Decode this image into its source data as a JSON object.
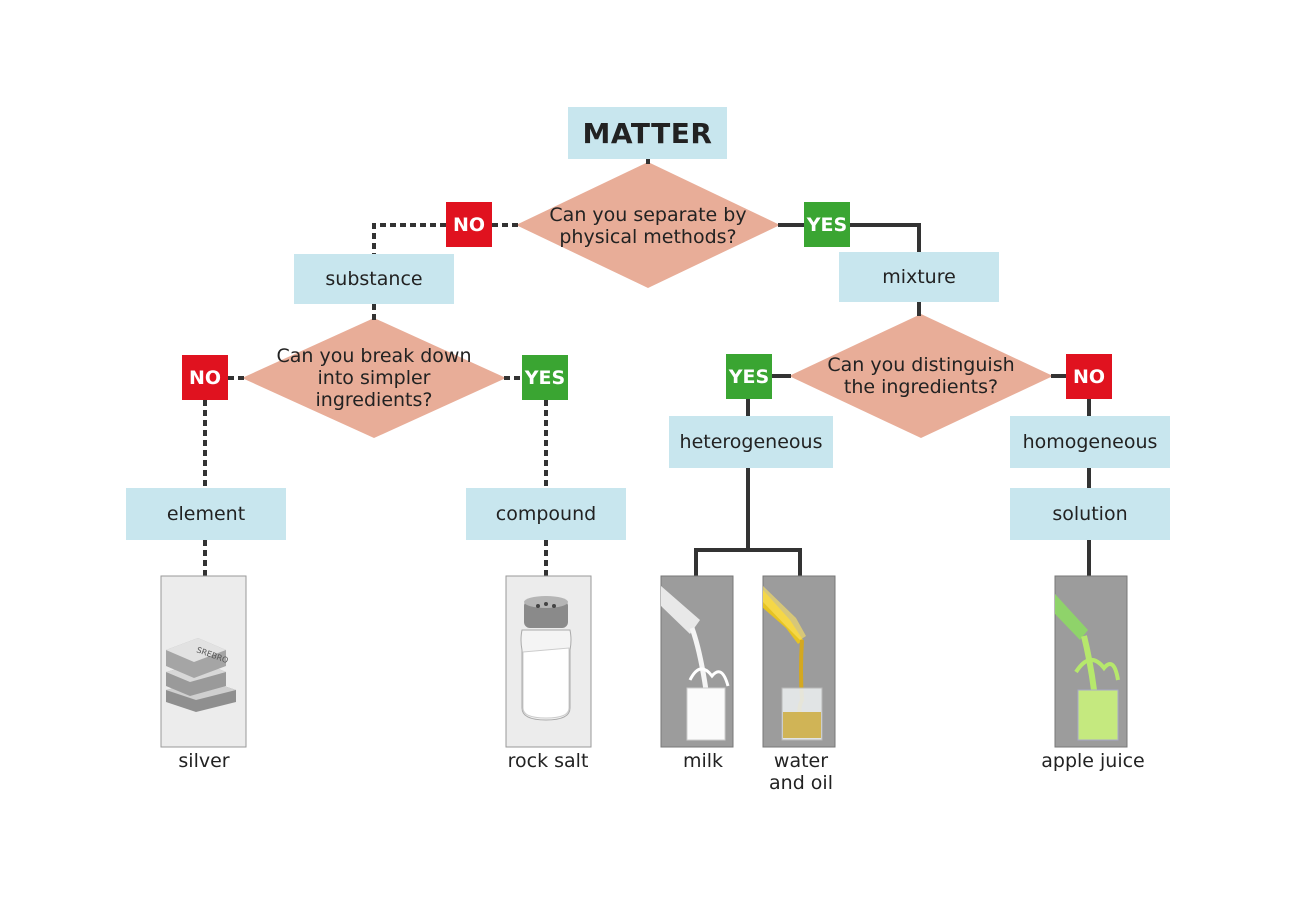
{
  "root": {
    "label": "MATTER"
  },
  "q1": {
    "text": "Can you separate by physical methods?",
    "no": "NO",
    "yes": "YES"
  },
  "substance": {
    "label": "substance"
  },
  "mixture": {
    "label": "mixture"
  },
  "q2": {
    "text": "Can you break down into simpler ingredients?",
    "no": "NO",
    "yes": "YES"
  },
  "q3": {
    "text": "Can you distinguish the ingredients?",
    "yes": "YES",
    "no": "NO"
  },
  "element": {
    "label": "element"
  },
  "compound": {
    "label": "compound"
  },
  "heterogeneous": {
    "label": "heterogeneous"
  },
  "homogeneous": {
    "label": "homogeneous"
  },
  "solution": {
    "label": "solution"
  },
  "examples": {
    "silver": "silver",
    "rock_salt": "rock salt",
    "milk": "milk",
    "water_oil": "water\nand oil",
    "apple_juice": "apple juice"
  },
  "colors": {
    "box": "#c8e6ee",
    "diamond": "#e8ad98",
    "no": "#e0121f",
    "yes": "#3aa532",
    "line": "#333333"
  }
}
